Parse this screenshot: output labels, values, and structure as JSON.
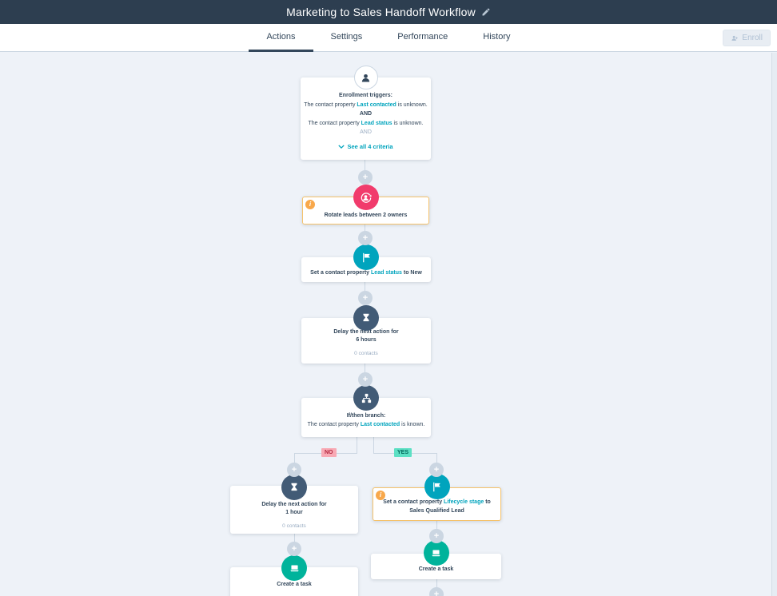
{
  "header": {
    "title": "Marketing to Sales Handoff Workflow"
  },
  "tabs": {
    "items": [
      "Actions",
      "Settings",
      "Performance",
      "History"
    ],
    "active": "Actions",
    "enroll_label": "Enroll"
  },
  "connectors": {
    "add_label": "+"
  },
  "flow": {
    "trigger": {
      "title": "Enrollment triggers:",
      "line1_prefix": "The contact property ",
      "line1_link": "Last contacted",
      "line1_suffix": " is unknown.",
      "and_bold": "AND",
      "line2_prefix": "The contact property ",
      "line2_link": "Lead status",
      "line2_suffix": " is unknown.",
      "and_muted": "AND",
      "see_all": "See all 4 criteria"
    },
    "rotate": {
      "label": "Rotate leads between 2 owners",
      "info": "i"
    },
    "set_lead_status": {
      "prefix": "Set a contact property ",
      "link": "Lead status",
      "suffix": " to New"
    },
    "delay_6h": {
      "line1": "Delay the next action for",
      "line2": "6 hours",
      "meta": "0 contacts"
    },
    "if_then": {
      "title": "If/then branch:",
      "prefix": "The contact property ",
      "link": "Last contacted",
      "suffix": " is known."
    },
    "branch_no_label": "NO",
    "branch_yes_label": "YES",
    "delay_1h": {
      "line1": "Delay the next action for",
      "line2": "1 hour",
      "meta": "0 contacts"
    },
    "create_task_left": {
      "label": "Create a task"
    },
    "set_lifecycle": {
      "prefix": "Set a contact property ",
      "link": "Lifecycle stage",
      "suffix": " to Sales Qualified Lead",
      "info": "i"
    },
    "create_task_right": {
      "label": "Create a task"
    }
  },
  "colors": {
    "header_bg": "#2d3e50",
    "canvas_bg": "#eef2f8",
    "accent_teal": "#00a4bd",
    "icon_pink": "#f13b6c",
    "icon_dark": "#425b76",
    "icon_green": "#00b39b",
    "warning_border": "#f5c26b",
    "no_badge_bg": "#f8a9b4",
    "no_badge_text": "#b3283f",
    "yes_badge_bg": "#5ce0c4",
    "yes_badge_text": "#00655a"
  },
  "icons": {
    "edit": "pencil-icon",
    "enroll": "person-add-icon",
    "trigger": "contact-person-icon",
    "rotate": "rotate-owner-icon",
    "set_property": "flag-icon",
    "delay": "hourglass-icon",
    "branch": "sitemap-icon",
    "task": "laptop-icon"
  }
}
